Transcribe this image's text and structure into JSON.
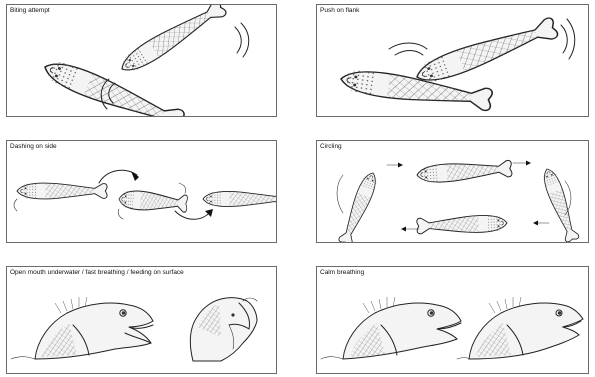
{
  "panels": [
    {
      "label": "Biting attempt"
    },
    {
      "label": "Push on flank"
    },
    {
      "label": "Dashing on side"
    },
    {
      "label": "Circling"
    },
    {
      "label": "Open mouth underwater / fast breathing / feeding on surface"
    },
    {
      "label": "Calm breathing"
    }
  ],
  "colors": {
    "ink": "#222222",
    "border": "#6b6b6b",
    "background": "#ffffff"
  }
}
